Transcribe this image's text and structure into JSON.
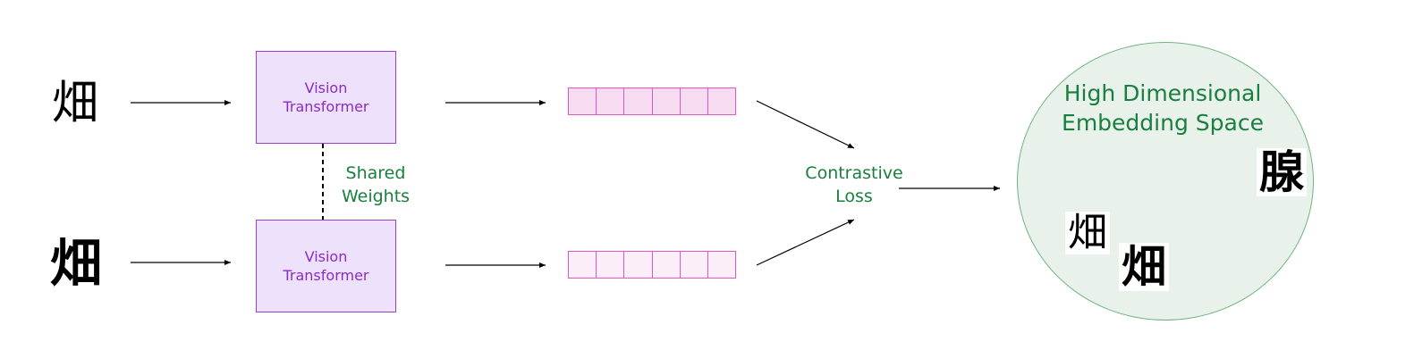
{
  "inputs": {
    "top_glyph": "畑",
    "bottom_glyph": "畑"
  },
  "encoder": {
    "top_label": "Vision\nTransformer",
    "bottom_label": "Vision\nTransformer",
    "shared_label": "Shared\nWeights"
  },
  "embedding": {
    "cells_per_vector": 6
  },
  "loss": {
    "label": "Contrastive\nLoss"
  },
  "space": {
    "title": "High Dimensional\nEmbedding Space",
    "glyph_far": "腺",
    "glyph_near_thin": "畑",
    "glyph_near_bold": "畑"
  },
  "colors": {
    "vt_fill": "#ede1fb",
    "vt_border": "#9a3fd1",
    "vt_text": "#8a2bc8",
    "vector_border": "#e256c8",
    "green_text": "#1a7f3e",
    "space_fill": "#e8f2ea"
  }
}
